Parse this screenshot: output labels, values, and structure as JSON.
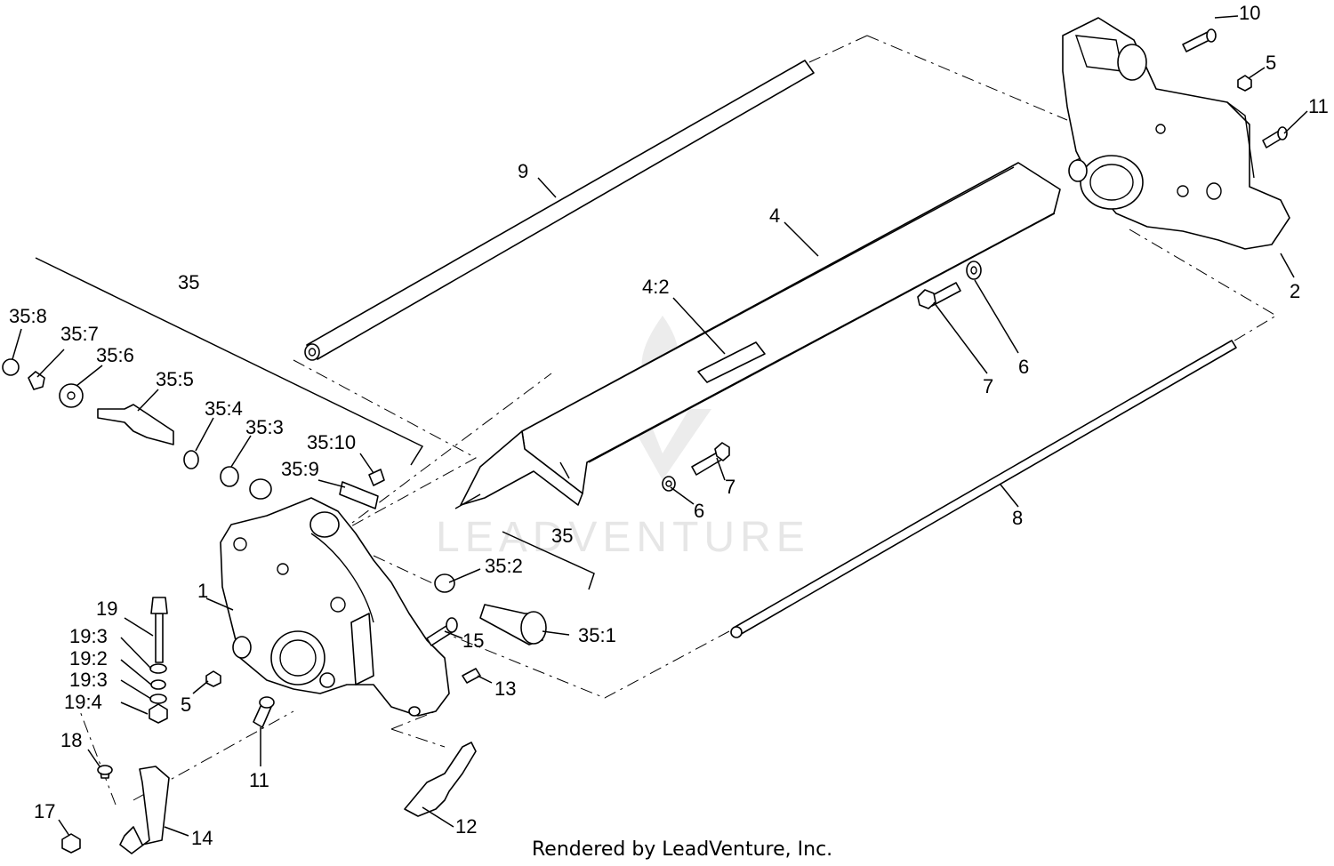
{
  "labels": {
    "l1": "1",
    "l2": "2",
    "l4": "4",
    "l4_2": "4:2",
    "l5a": "5",
    "l5b": "5",
    "l6a": "6",
    "l6b": "6",
    "l7a": "7",
    "l7b": "7",
    "l8": "8",
    "l9": "9",
    "l10": "10",
    "l11a": "11",
    "l11b": "11",
    "l12": "12",
    "l13": "13",
    "l14": "14",
    "l15": "15",
    "l17": "17",
    "l18": "18",
    "l19": "19",
    "l19_3a": "19:3",
    "l19_2": "19:2",
    "l19_3b": "19:3",
    "l19_4": "19:4",
    "l35a": "35",
    "l35b": "35",
    "l35_1": "35:1",
    "l35_2": "35:2",
    "l35_3": "35:3",
    "l35_4": "35:4",
    "l35_5": "35:5",
    "l35_6": "35:6",
    "l35_7": "35:7",
    "l35_8": "35:8",
    "l35_9": "35:9",
    "l35_10": "35:10"
  },
  "watermark": "LEADVENTURE",
  "footer": "Rendered by LeadVenture, Inc."
}
